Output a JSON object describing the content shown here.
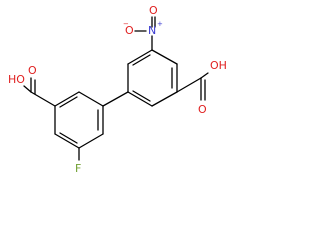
{
  "molecule": {
    "atoms": {
      "nitro_n": "N",
      "nitro_o_top": "O",
      "nitro_o_left": "O",
      "nitro_charge_n": "+",
      "nitro_charge_o": "−",
      "acid_top_oh": "OH",
      "acid_top_o": "O",
      "acid_bottom_ho": "HO",
      "acid_bottom_o": "O",
      "fluoro": "F"
    },
    "colors": {
      "bond": "#000000",
      "nitrogen": "#3b3bd1",
      "oxygen": "#e02020",
      "fluorine": "#6f9f2f"
    }
  }
}
